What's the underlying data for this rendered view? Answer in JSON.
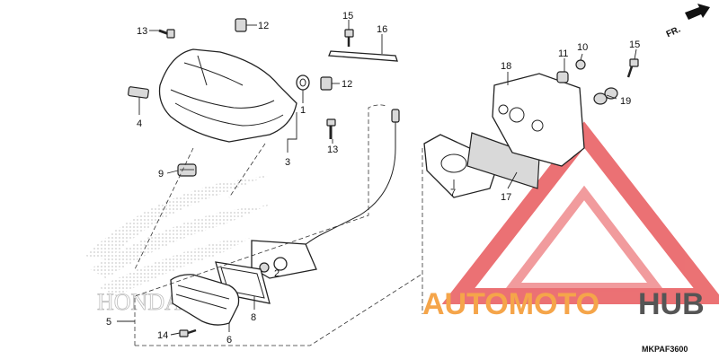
{
  "callouts": {
    "c1": "1",
    "c2": "2",
    "c3": "3",
    "c4": "4",
    "c5": "5",
    "c6": "6",
    "c7": "7",
    "c8": "8",
    "c9": "9",
    "c10": "10",
    "c11": "11",
    "c12a": "12",
    "c12b": "12",
    "c13a": "13",
    "c13b": "13",
    "c14": "14",
    "c15a": "15",
    "c15b": "15",
    "c16": "16",
    "c17": "17",
    "c18": "18",
    "c19": "19"
  },
  "front_indicator": "FR.",
  "reference_code": "MKPAF3600",
  "watermark": {
    "part1": "AUTOMOTO",
    "part2": "HUB",
    "color_main": "#f5a54a",
    "color_end": "#555555",
    "logo_color": "#e8595c"
  },
  "brand_mark_text": "HONDA"
}
